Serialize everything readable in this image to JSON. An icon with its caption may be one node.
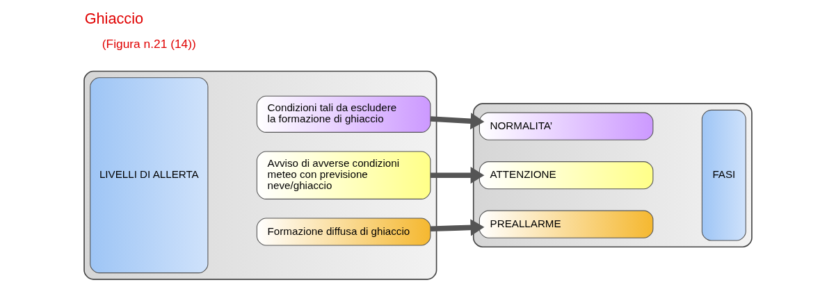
{
  "diagram": {
    "title": "Ghiaccio",
    "caption": "(Figura n.21 (14))",
    "nodes": [
      {
        "text": [],
        "shape": "box"
      },
      {
        "text": [
          "LIVELLI DI ALLERTA"
        ],
        "in": 0
      },
      {
        "text": [
          "Condizioni tali da escludere la formazione di ghiaccio"
        ],
        "in": 0
      },
      {
        "text": [
          "Avviso di avverse condizioni meteo con previsione neve/ghiaccio"
        ],
        "in": 0
      },
      {
        "text": [
          "Formazione diffusa di ghiaccio"
        ],
        "in": 0
      },
      {
        "text": [],
        "shape": "box"
      },
      {
        "text": [
          "NORMALITA’"
        ],
        "in": 5
      },
      {
        "text": [
          "ATTENZIONE"
        ],
        "in": 5
      },
      {
        "text": [
          "PREALLARME"
        ],
        "in": 5
      },
      {
        "text": [
          "FASI"
        ],
        "in": 5
      }
    ],
    "edges": [
      {
        "from": 2,
        "to": 6,
        "arrow": "to"
      },
      {
        "from": 3,
        "to": 7,
        "arrow": "to"
      },
      {
        "from": 4,
        "to": 8,
        "arrow": "to"
      }
    ]
  }
}
